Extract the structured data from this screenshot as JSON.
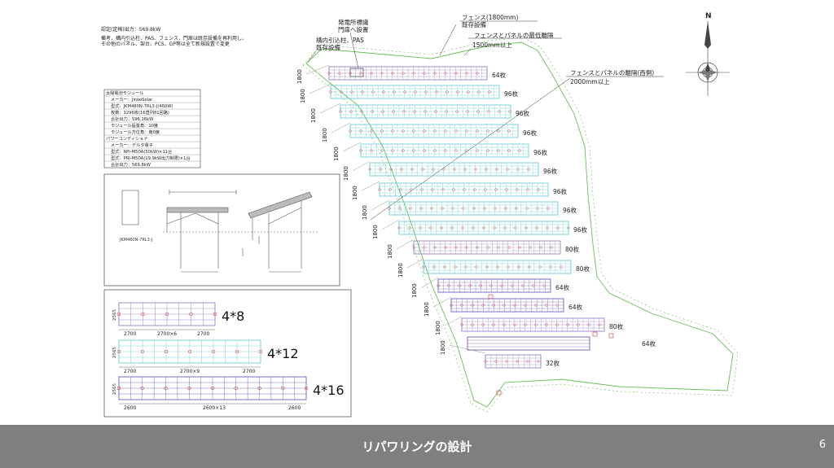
{
  "header_notes": {
    "rated_output": "認定(定格)出力：569.8kW",
    "remark_line1": "備考，構内引込柱、PAS、フェンス、門扉は既存設備を再利用し、",
    "remark_line2": "その他のパネル、架台、PCS、GP等は全て新規設置で変更"
  },
  "spec_table": {
    "rows": [
      "太陽電池モジュール",
      "メーカー：JinkoSolar",
      "型式：JKM460N-7RL3-J(460W)",
      "枚数：1296枚(16直列81回路)",
      "合計出力：596.16kW",
      "モジュール設置角：10度",
      "モジュール方位角：南0度",
      "パワーコンディショナ",
      "メーカー：デルタ電子",
      "型式：RPI-M50A(50kW)×11台",
      "型式：PRI-M50A(19.9kW出力制限)×1台",
      "合計出力：569.8kW"
    ]
  },
  "structure_detail": {
    "module_label": "JKM460N-7RL3-J"
  },
  "array_types": [
    {
      "label": "4*8",
      "dim_left": "2700",
      "dim_mid": "2700×6",
      "dim_right": "2700",
      "height": "2565"
    },
    {
      "label": "4*12",
      "dim_left": "2700",
      "dim_mid": "2700×9",
      "dim_right": "2700",
      "height": "2565"
    },
    {
      "label": "4*16",
      "dim_left": "2600",
      "dim_mid": "2600×13",
      "dim_right": "2600",
      "height": "2565"
    }
  ],
  "annotations": {
    "station_sign_1": "発電所標識",
    "station_sign_2": "門扉へ設置",
    "pole_1": "構内引込柱、PAS",
    "pole_2": "既存設備",
    "fence_1": "フェンス(1800mm)",
    "fence_2": "既存設備",
    "min_dist_1": "フェンスとパネルの最低離隔",
    "min_dist_2": "1500mm以上",
    "west_dist_1": "フェンスとパネルの離隔(西側)",
    "west_dist_2": "2000mm以上",
    "north": "N"
  },
  "row_spacing_label": "1800",
  "rows": [
    {
      "count": "64枚"
    },
    {
      "count": "96枚"
    },
    {
      "count": "96枚"
    },
    {
      "count": "96枚"
    },
    {
      "count": "96枚"
    },
    {
      "count": "96枚"
    },
    {
      "count": "96枚"
    },
    {
      "count": "96枚"
    },
    {
      "count": "96枚"
    },
    {
      "count": "80枚"
    },
    {
      "count": "80枚"
    },
    {
      "count": "64枚"
    },
    {
      "count": "64枚"
    },
    {
      "count": "80枚"
    },
    {
      "count": "32枚"
    }
  ],
  "east_area_count": "64枚",
  "footer": {
    "title": "リパワリングの設計",
    "page": "6"
  },
  "colors": {
    "footer_bg": "#7f7f7f",
    "panel_cyan": "#5fc7d3",
    "panel_purple": "#8a6fc0",
    "fence": "#6bbf59"
  }
}
